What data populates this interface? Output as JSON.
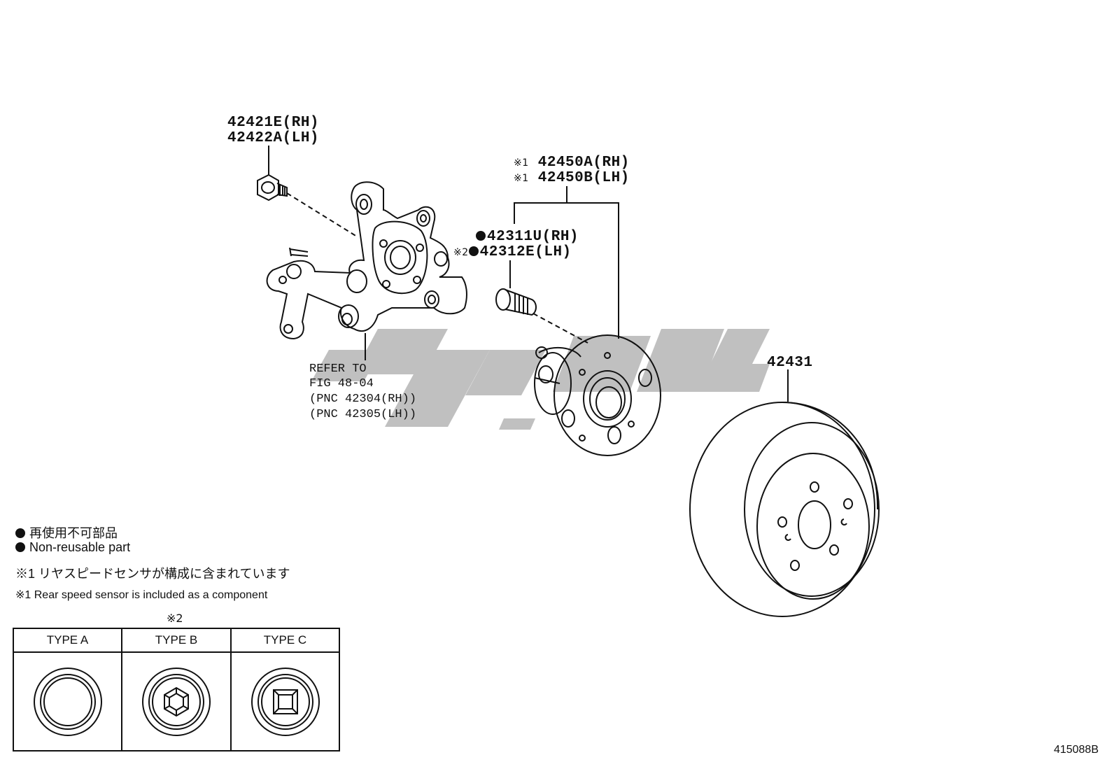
{
  "labels": {
    "bolt_rh": "42421E(RH)",
    "bolt_lh": "42422A(LH)",
    "hub_rh": "42450A(RH)",
    "hub_lh": "42450B(LH)",
    "hub_mark": "※1",
    "stud_rh": "42311U(RH)",
    "stud_lh": "42312E(LH)",
    "stud_mark": "※2",
    "rotor": "42431",
    "refer_lines": [
      "REFER TO",
      "FIG 48-04",
      "(PNC 42304(RH))",
      "(PNC 42305(LH))"
    ]
  },
  "legend": {
    "nonreusable_jp": "再使用不可部品",
    "nonreusable_en": "Non-reusable part",
    "note1_jp": "※1 リヤスピードセンサが構成に含まれています",
    "note1_en": "※1 Rear speed sensor is included as a component"
  },
  "types_table": {
    "mark": "※2",
    "headers": [
      "TYPE A",
      "TYPE B",
      "TYPE C"
    ]
  },
  "drawing_code": "415088B",
  "colors": {
    "line": "#111111",
    "watermark": "#bdbdbd"
  }
}
